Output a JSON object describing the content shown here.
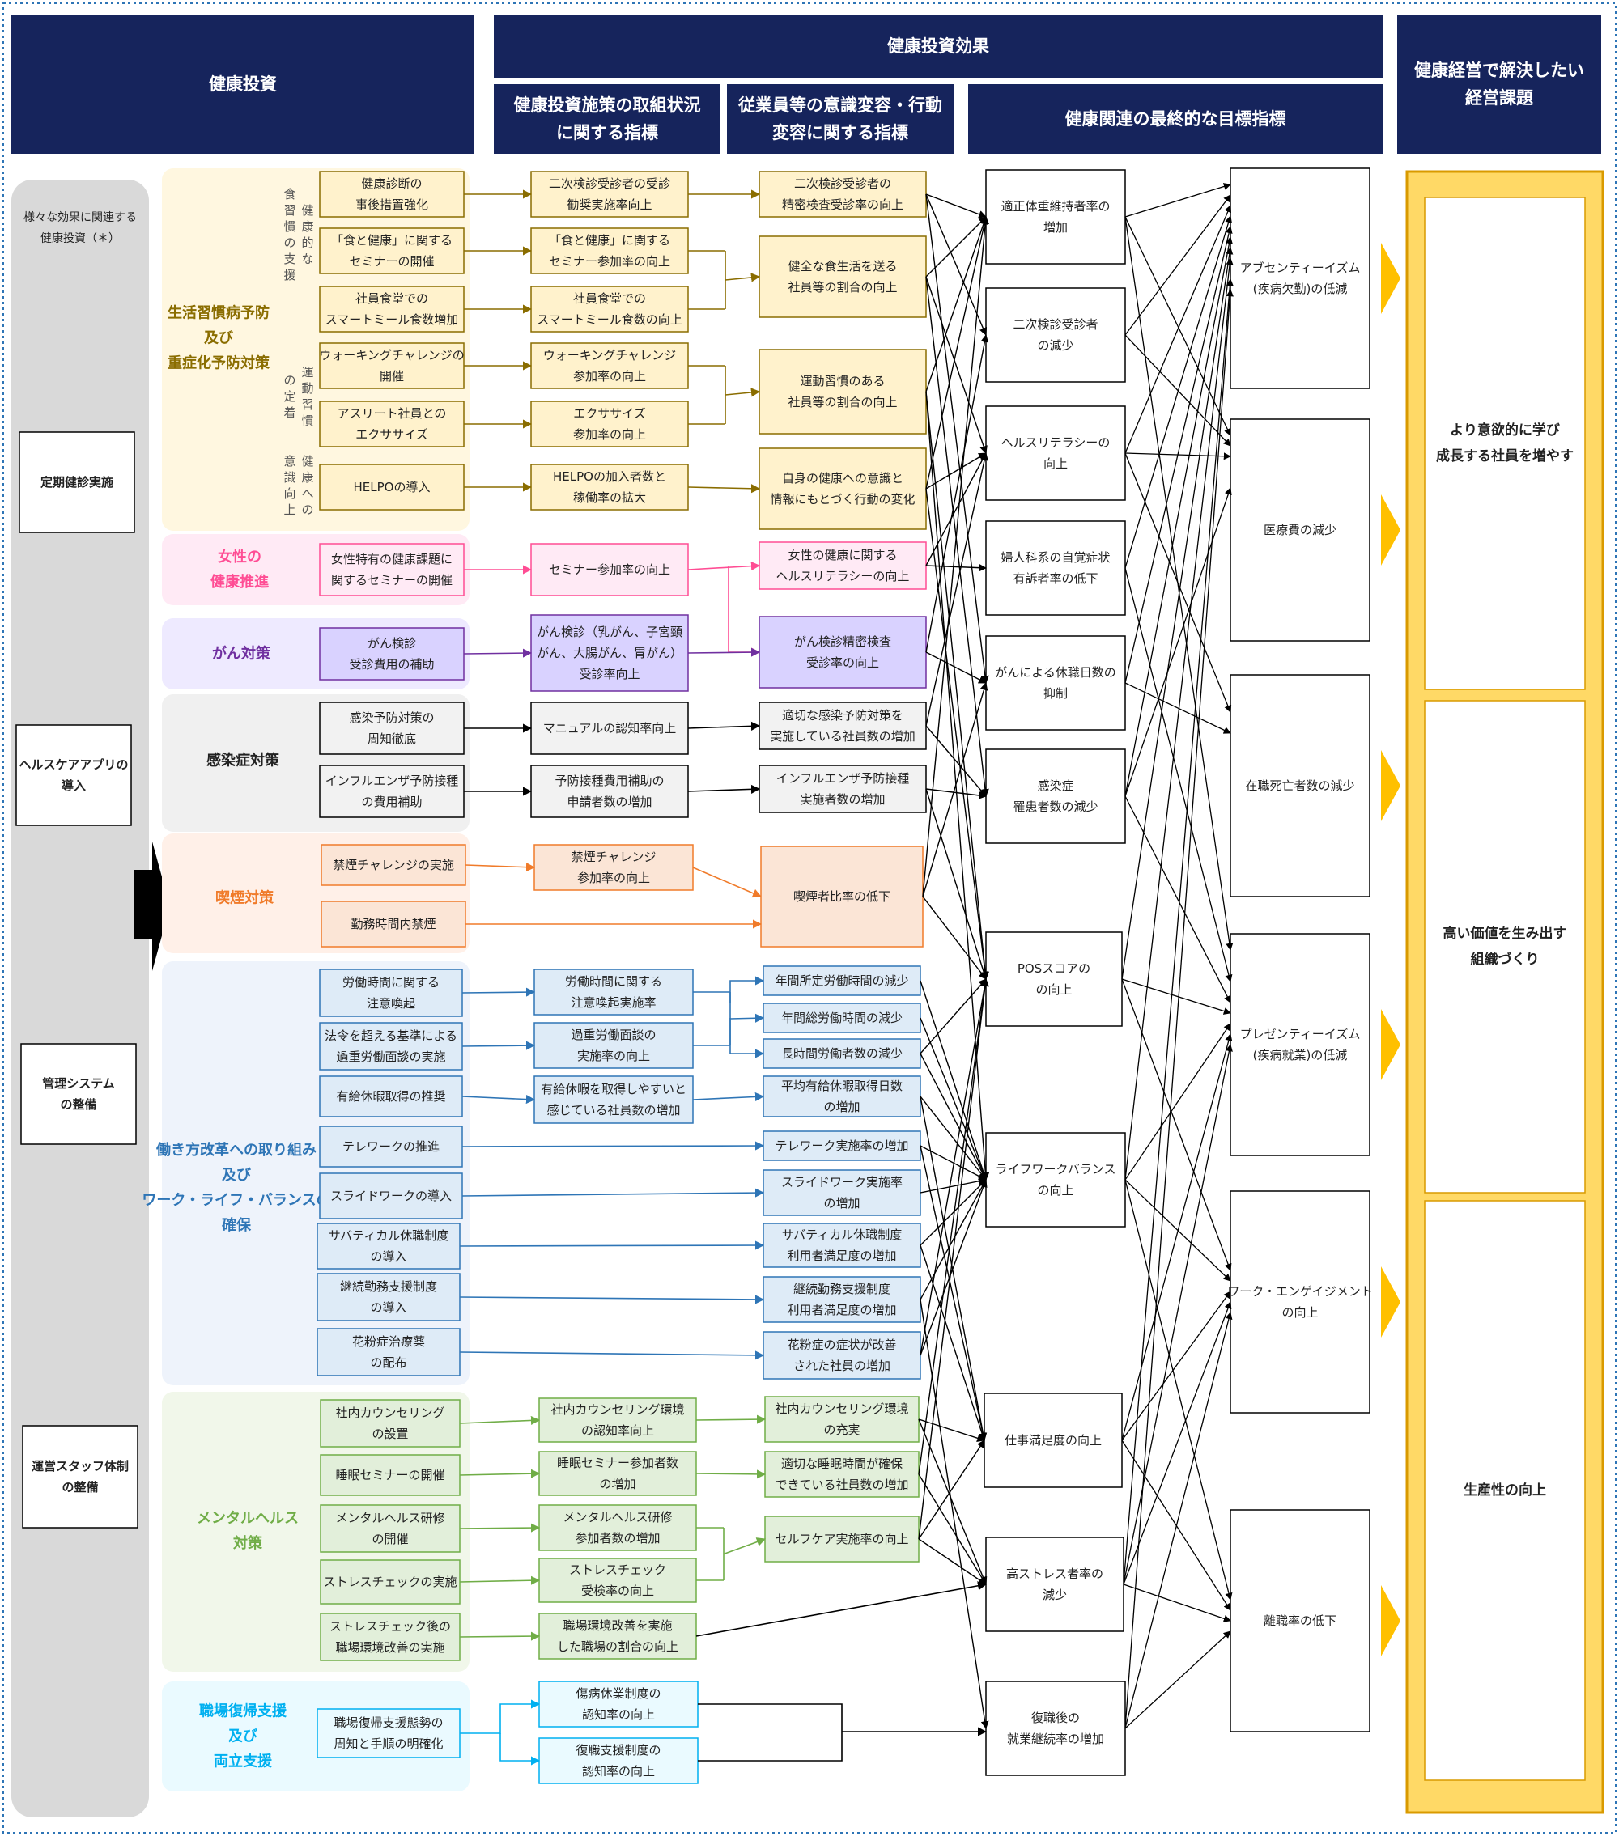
{
  "header": {
    "investment": "健康投資",
    "effects": "健康投資効果",
    "col_measures": [
      "健康投資施策の取組状況",
      "に関する指標"
    ],
    "col_awareness": [
      "従業員等の意識変容・行動",
      "変容に関する指標"
    ],
    "col_final": "健康関連の最終的な目標指標",
    "col_goal": [
      "健康経営で解決したい",
      "経営課題"
    ]
  },
  "base": {
    "note": [
      "様々な効果に関連する",
      "健康投資（＊）"
    ],
    "items": [
      [
        "定期健診実施"
      ],
      [
        "ヘルスケアアプリの",
        "導入"
      ],
      [
        "管理システム",
        "の整備"
      ],
      [
        "運営スタッフ体制",
        "の整備"
      ]
    ]
  },
  "categories": [
    {
      "title": [
        "生活習慣病予防",
        "及び",
        "重症化予防対策"
      ],
      "color": "#8a6d00",
      "bg": "#fff7e0",
      "sub": [
        {
          "text": [
            "健康的な",
            "食習慣の支援"
          ]
        },
        {
          "text": [
            "運動習慣",
            "の定着"
          ]
        },
        {
          "text": [
            "健康への",
            "意識向上"
          ]
        }
      ]
    },
    {
      "title": [
        "女性の",
        "健康推進"
      ],
      "color": "#ff4d94",
      "bg": "#ffeaf5"
    },
    {
      "title": [
        "がん対策"
      ],
      "color": "#7030a0",
      "bg": "#eeeaff"
    },
    {
      "title": [
        "感染症対策"
      ],
      "color": "#222222",
      "bg": "#f0f0f0"
    },
    {
      "title": [
        "喫煙対策"
      ],
      "color": "#f07b2a",
      "bg": "#fff0e8"
    },
    {
      "title": [
        "働き方改革への取り組み",
        "及び",
        "ワーク・ライフ・バランスの",
        "確保"
      ],
      "color": "#2e75b6",
      "bg": "#eef3fb"
    },
    {
      "title": [
        "メンタルヘルス",
        "対策"
      ],
      "color": "#70ad47",
      "bg": "#f1f7ea"
    },
    {
      "title": [
        "職場復帰支援",
        "及び",
        "両立支援"
      ],
      "color": "#00b0f0",
      "bg": "#eafaff"
    }
  ],
  "measures": [
    [
      "健康診断の",
      "事後措置強化"
    ],
    [
      "「食と健康」に関する",
      "セミナーの開催"
    ],
    [
      "社員食堂での",
      "スマートミール食数増加"
    ],
    [
      "ウォーキングチャレンジの",
      "開催"
    ],
    [
      "アスリート社員との",
      "エクササイズ"
    ],
    [
      "HELPOの導入"
    ],
    [
      "女性特有の健康課題に",
      "関するセミナーの開催"
    ],
    [
      "がん検診",
      "受診費用の補助"
    ],
    [
      "感染予防対策の",
      "周知徹底"
    ],
    [
      "インフルエンザ予防接種",
      "の費用補助"
    ],
    [
      "禁煙チャレンジの実施"
    ],
    [
      "勤務時間内禁煙"
    ],
    [
      "労働時間に関する",
      "注意喚起"
    ],
    [
      "法令を超える基準による",
      "過重労働面談の実施"
    ],
    [
      "有給休暇取得の推奨"
    ],
    [
      "テレワークの推進"
    ],
    [
      "スライドワークの導入"
    ],
    [
      "サバティカル休職制度",
      "の導入"
    ],
    [
      "継続勤務支援制度",
      "の導入"
    ],
    [
      "花粉症治療薬",
      "の配布"
    ],
    [
      "社内カウンセリング",
      "の設置"
    ],
    [
      "睡眠セミナーの開催"
    ],
    [
      "メンタルヘルス研修",
      "の開催"
    ],
    [
      "ストレスチェックの実施"
    ],
    [
      "ストレスチェック後の",
      "職場環境改善の実施"
    ],
    [
      "職場復帰支援態勢の",
      "周知と手順の明確化"
    ]
  ],
  "indicators": [
    [
      "二次検診受診者の受診",
      "勧奨実施率向上"
    ],
    [
      "「食と健康」に関する",
      "セミナー参加率の向上"
    ],
    [
      "社員食堂での",
      "スマートミール食数の向上"
    ],
    [
      "ウォーキングチャレンジ",
      "参加率の向上"
    ],
    [
      "エクササイズ",
      "参加率の向上"
    ],
    [
      "HELPOの加入者数と",
      "稼働率の拡大"
    ],
    [
      "セミナー参加率の向上"
    ],
    [
      "がん検診（乳がん、子宮頸",
      "がん、大腸がん、胃がん）",
      "受診率向上"
    ],
    [
      "マニュアルの認知率向上"
    ],
    [
      "予防接種費用補助の",
      "申請者数の増加"
    ],
    [
      "禁煙チャレンジ",
      "参加率の向上"
    ],
    [
      "労働時間に関する",
      "注意喚起実施率"
    ],
    [
      "過重労働面談の",
      "実施率の向上"
    ],
    [
      "有給休暇を取得しやすいと",
      "感じている社員数の増加"
    ],
    [
      "社内カウンセリング環境",
      "の認知率向上"
    ],
    [
      "睡眠セミナー参加者数",
      "の増加"
    ],
    [
      "メンタルヘルス研修",
      "参加者数の増加"
    ],
    [
      "ストレスチェック",
      "受検率の向上"
    ],
    [
      "職場環境改善を実施",
      "した職場の割合の向上"
    ],
    [
      "傷病休業制度の",
      "認知率の向上"
    ],
    [
      "復職支援制度の",
      "認知率の向上"
    ]
  ],
  "behaviors": [
    [
      "二次検診受診者の",
      "精密検査受診率の向上"
    ],
    [
      "健全な食生活を送る",
      "社員等の割合の向上"
    ],
    [
      "運動習慣のある",
      "社員等の割合の向上"
    ],
    [
      "自身の健康への意識と",
      "情報にもとづく行動の変化"
    ],
    [
      "女性の健康に関する",
      "ヘルスリテラシーの向上"
    ],
    [
      "がん検診精密検査",
      "受診率の向上"
    ],
    [
      "適切な感染予防対策を",
      "実施している社員数の増加"
    ],
    [
      "インフルエンザ予防接種",
      "実施者数の増加"
    ],
    [
      "喫煙者比率の低下"
    ],
    [
      "年間所定労働時間の減少"
    ],
    [
      "年間総労働時間の減少"
    ],
    [
      "長時間労働者数の減少"
    ],
    [
      "平均有給休暇取得日数",
      "の増加"
    ],
    [
      "テレワーク実施率の増加"
    ],
    [
      "スライドワーク実施率",
      "の増加"
    ],
    [
      "サバティカル休職制度",
      "利用者満足度の増加"
    ],
    [
      "継続勤務支援制度",
      "利用者満足度の増加"
    ],
    [
      "花粉症の症状が改善",
      "された社員の増加"
    ],
    [
      "社内カウンセリング環境",
      "の充実"
    ],
    [
      "適切な睡眠時間が確保",
      "できている社員数の増加"
    ],
    [
      "セルフケア実施率の向上"
    ]
  ],
  "finals": [
    [
      "適正体重維持者率の",
      "増加"
    ],
    [
      "二次検診受診者",
      "の減少"
    ],
    [
      "ヘルスリテラシーの",
      "向上"
    ],
    [
      "婦人科系の自覚症状",
      "有訴者率の低下"
    ],
    [
      "がんによる休職日数の",
      "抑制"
    ],
    [
      "感染症",
      "罹患者数の減少"
    ],
    [
      "POSスコアの",
      "の向上"
    ],
    [
      "ライフワークバランス",
      "の向上"
    ],
    [
      "仕事満足度の向上"
    ],
    [
      "高ストレス者率の",
      "減少"
    ],
    [
      "復職後の",
      "就業継続率の増加"
    ]
  ],
  "outcomes": [
    [
      "アブセンティーイズム",
      "(疾病欠勤)の低減"
    ],
    [
      "医療費の減少"
    ],
    [
      "在職死亡者数の減少"
    ],
    [
      "プレゼンティーイズム",
      "(疾病就業)の低減"
    ],
    [
      "ワーク・エンゲイジメント",
      "の向上"
    ],
    [
      "離職率の低下"
    ]
  ],
  "goals": [
    [
      "より意欲的に学び",
      "成長する社員を増やす"
    ],
    [
      "高い価値を生み出す",
      "組織づくり"
    ],
    [
      "生産性の向上"
    ]
  ],
  "colors": {
    "navy": "#16245c",
    "gold": "#ffc000",
    "gold_bg": "#ffd966"
  }
}
